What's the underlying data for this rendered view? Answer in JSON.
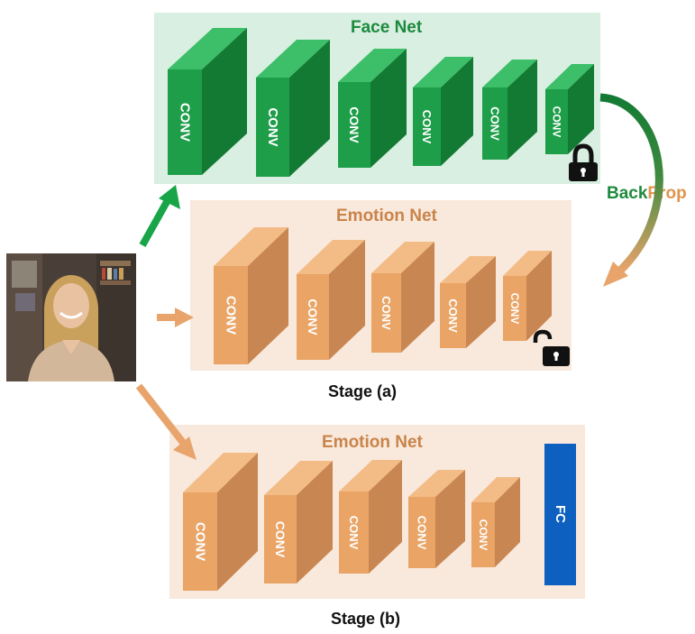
{
  "diagram": {
    "face_net": {
      "title": "Face Net",
      "blocks": [
        "CONV",
        "CONV",
        "CONV",
        "CONV",
        "CONV",
        "CONV"
      ],
      "lock_state": "locked",
      "colors": {
        "front": "#1e9e49",
        "side": "#137a33",
        "top": "#3cbf68",
        "panel": "#d8efe1",
        "title": "#1e8a3d"
      }
    },
    "emotion_net_a": {
      "title": "Emotion Net",
      "blocks": [
        "CONV",
        "CONV",
        "CONV",
        "CONV",
        "CONV"
      ],
      "lock_state": "unlocked",
      "colors": {
        "front": "#e9a466",
        "side": "#c88652",
        "top": "#f3bb86",
        "panel": "#f9e9dc",
        "title": "#c8844a"
      }
    },
    "emotion_net_b": {
      "title": "Emotion Net",
      "blocks": [
        "CONV",
        "CONV",
        "CONV",
        "CONV",
        "CONV"
      ],
      "fc_label": "FC",
      "fc_color": "#0d5fc0"
    },
    "stage_a_label": "Stage (a)",
    "stage_b_label": "Stage (b)",
    "backprop": {
      "back": "Back",
      "prop": "Prop"
    },
    "arrow_colors": {
      "green": "#17a548",
      "orange": "#e8a46a"
    }
  }
}
